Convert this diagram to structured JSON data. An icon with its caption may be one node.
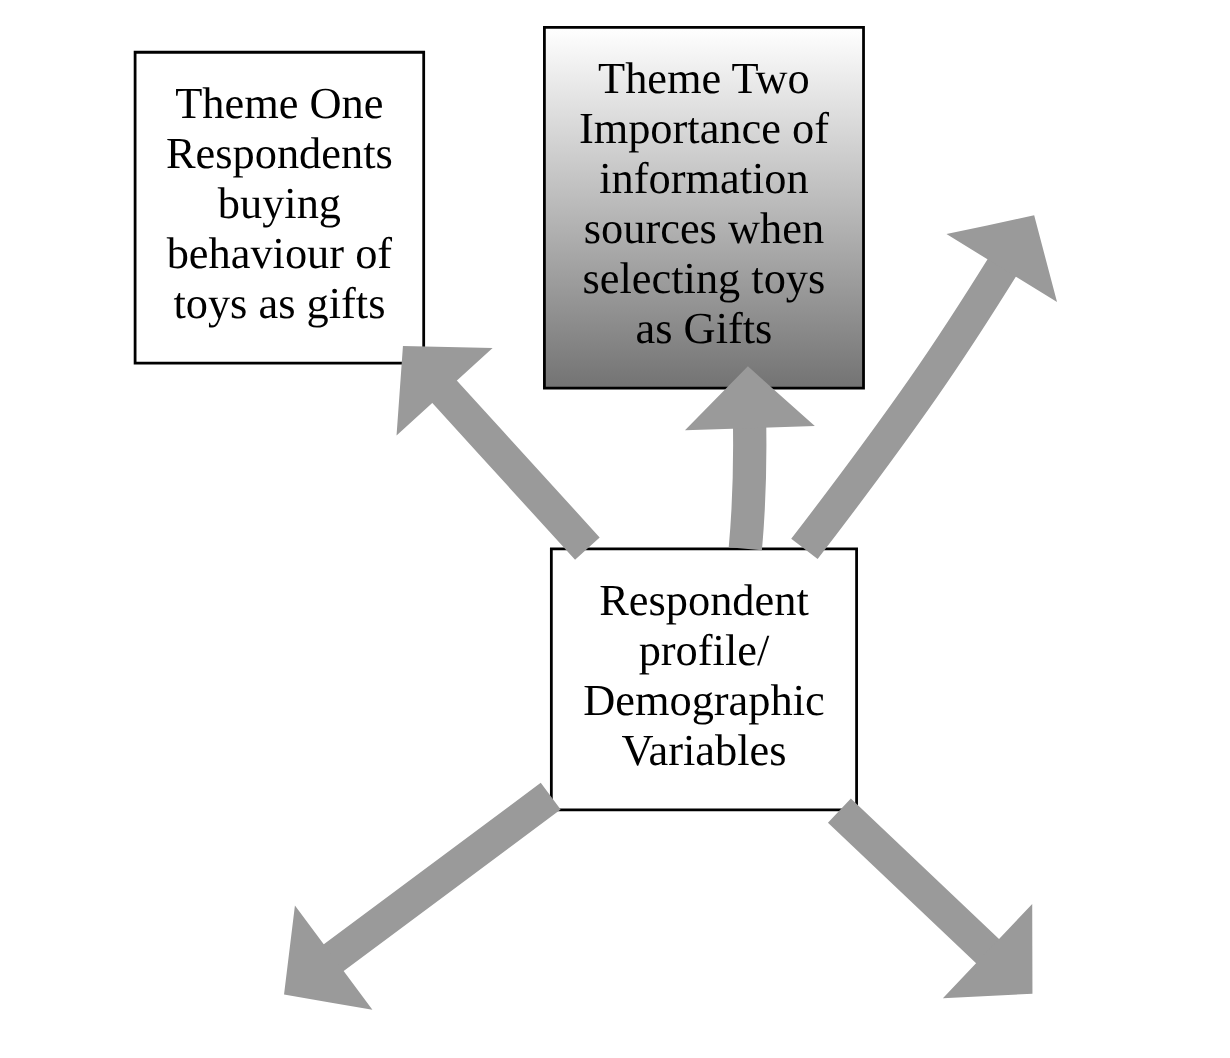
{
  "diagram": {
    "nodes": [
      {
        "text": [
          "Theme One",
          "Respondents buying behaviour of toys as gifts"
        ]
      },
      {
        "text": [
          "Theme Two",
          "Importance of information sources when selecting toys as Gifts"
        ]
      },
      {
        "text": [
          "Respondent profile/ Demographic Variables"
        ]
      }
    ],
    "edges": [
      {
        "from": 2,
        "to": 0,
        "arrow": "to"
      },
      {
        "from": 2,
        "to": 1,
        "arrow": "to"
      },
      {
        "from": 2,
        "to": null,
        "arrow": "to"
      },
      {
        "from": 2,
        "to": null,
        "arrow": "to"
      },
      {
        "from": 2,
        "to": null,
        "arrow": "to"
      }
    ]
  }
}
